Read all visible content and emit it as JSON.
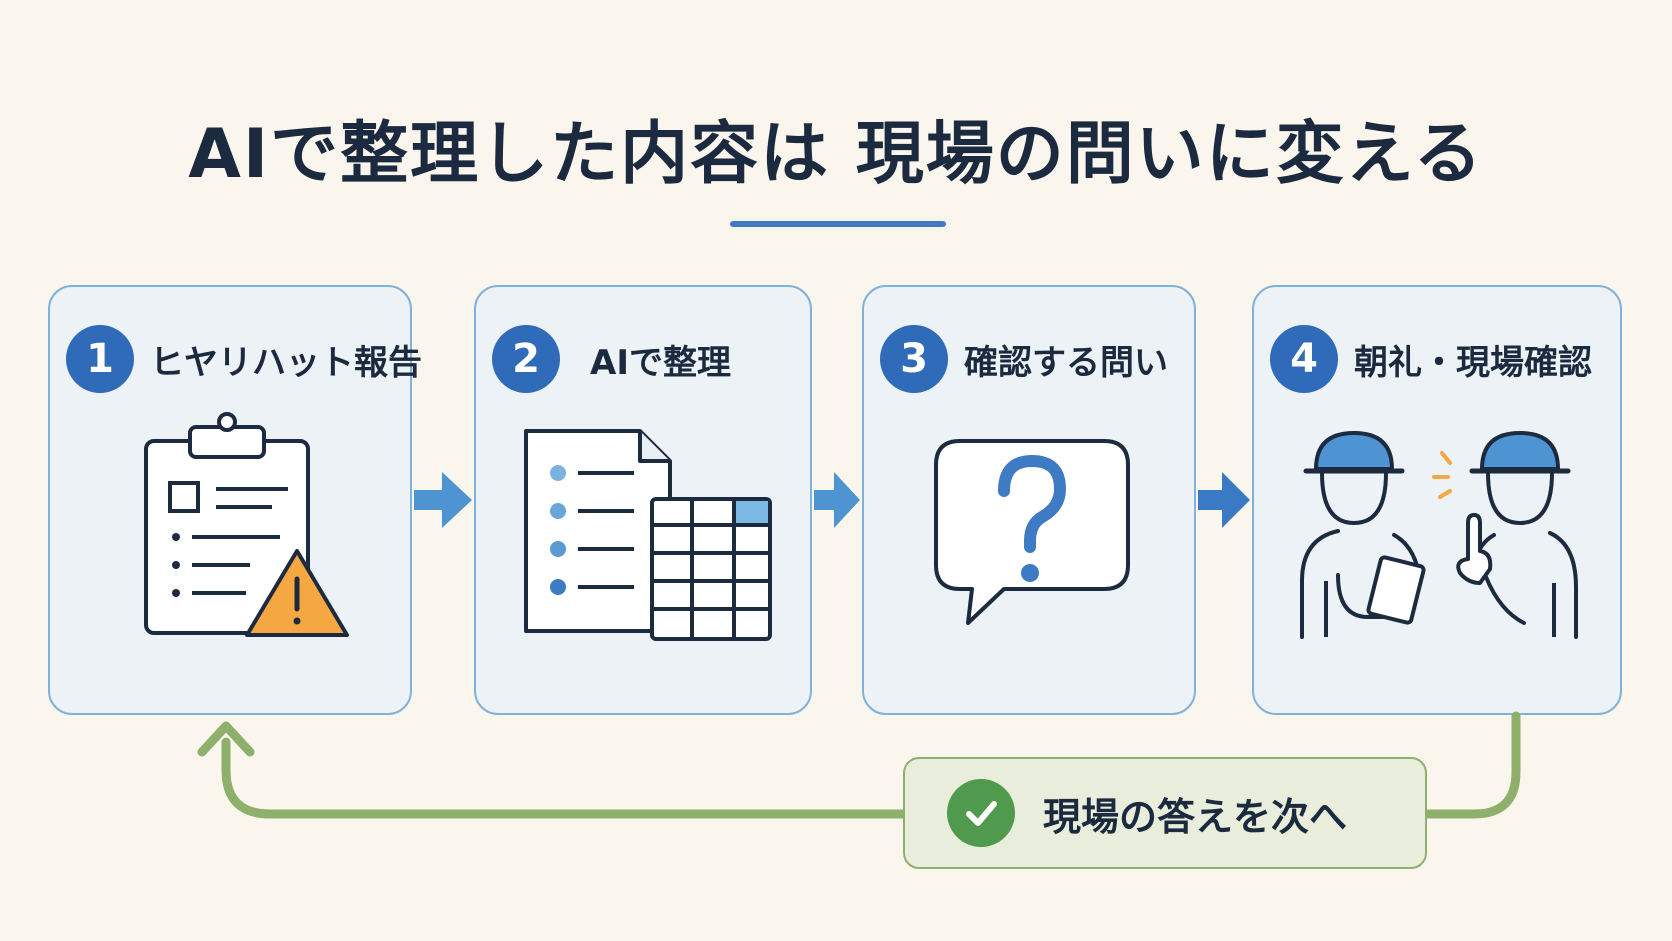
{
  "title": "AIで整理した内容は 現場の問いに変える",
  "steps": [
    {
      "number": "1",
      "label": "ヒヤリハット報告",
      "icon": "clipboard-warning-icon"
    },
    {
      "number": "2",
      "label": "AIで整理",
      "icon": "document-table-icon"
    },
    {
      "number": "3",
      "label": "確認する問い",
      "icon": "question-bubble-icon"
    },
    {
      "number": "4",
      "label": "朝礼・現場確認",
      "icon": "workers-discussion-icon"
    }
  ],
  "feedback": {
    "label": "現場の答えを次へ",
    "icon": "check-icon"
  },
  "colors": {
    "background": "#faf6ee",
    "accent_blue": "#2f6bb8",
    "card_fill": "#edf2f6",
    "card_border": "#7eb2d8",
    "feedback_green": "#8fb06a",
    "check_green": "#4f9a4c",
    "warning_orange": "#f5a742"
  }
}
